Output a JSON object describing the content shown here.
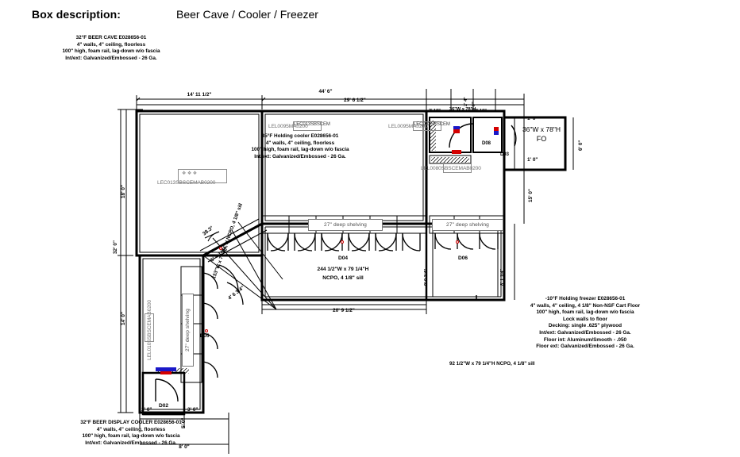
{
  "header": {
    "label": "Box description:",
    "value": "Beer Cave / Cooler / Freezer"
  },
  "spec_blocks": {
    "beer_cave": "32°F BEER CAVE E028656-01\n4\" walls, 4\" ceiling, floorless\n100\" high, foam rail, lag-down w/o fascia\nInt/ext: Galvanized/Embossed - 26 Ga.",
    "holding_cooler": "35°F Holding cooler E028656-01\n4\" walls, 4\" ceiling, floorless\n100\" high, foam rail, lag-down w/o fascia\nInt/ext: Galvanized/Embossed - 26 Ga.",
    "holding_freezer": "-10°F Holding freezer E028656-01\n4\" walls, 4\" ceiling, 4 1/8\" Non-NSF Cart Floor\n100\" high, foam rail, lag-down w/o fascia\nLock walls to floor\nDecking: single .625\" plywood\nInt/ext: Galvanized/Embossed - 26 Ga.\nFloor int: Aluminum/Smooth - .050\nFloor ext: Galvanized/Embossed - 26 Ga.",
    "beer_display_cooler": "32°F BEER DISPLAY COOLER E028656-01\n4\" walls, 4\" ceiling, floorless\n100\" high, foam rail, lag-down w/o fascia\nInt/ext: Galvanized/Embossed - 26 Ga."
  },
  "dimensions": {
    "top_left": "14' 11 1/2\"",
    "top_overall": "44' 6\"",
    "top_second": "29' 6 1/2\"",
    "bottom_mid": "20' 9 1/2\"",
    "left_upper": "18' 0\"",
    "left_overall": "32' 0\"",
    "left_lower": "14' 0\"",
    "bottom_left_a": "2' 0\"",
    "bottom_left_b": "3' 0\"",
    "bottom_left_c": "8' 0\"",
    "bottom_left_small": "5' 0\"",
    "right_top_a": "1' 0\"",
    "right_top_b": "1' 0\"",
    "right_side": "6' 0\"",
    "right_mid": "15' 0\"",
    "right_short_a": "2' 10\"",
    "right_short_b": "2' 10\"",
    "right_vert_a": "2' 4\"",
    "right_vert_b": "8' 0\"",
    "angle": "38.3°",
    "diag_a": "4' 6 3/4\"",
    "diag_b": "6' 4 1/16\"",
    "freezer_left_v": "9' 0 1/4\"",
    "freezer_right_v": "8' 1 1/4\""
  },
  "doors": [
    {
      "id": "D02",
      "spec": ""
    },
    {
      "id": "D04",
      "spec": "244 1/2\"W x 79 1/4\"H\nNCPO, 4 1/8\" sill"
    },
    {
      "id": "D05",
      "spec": "153\"W x 79 1/4\"H NCPO, 4 1/8\" sill"
    },
    {
      "id": "D06",
      "spec": "92 1/2\"W x 79 1/4\"H NCPO, 4 1/8\" sill"
    },
    {
      "id": "D08",
      "spec": "36\"W x 78\"H FO"
    },
    {
      "id": "D03",
      "spec": "36\"W x 78\"H"
    }
  ],
  "door_text": {
    "d02": "D02",
    "d04": "D04",
    "d04_spec_line1": "244 1/2\"W x 79 1/4\"H",
    "d04_spec_line2": "NCPO, 4 1/8\" sill",
    "d05": "D05",
    "d05_spec": "153\"W x 79 1/4\"H NCPO, 4 1/8\" sill",
    "d06": "D06",
    "d06_spec": "92 1/2\"W x 79 1/4\"H NCPO, 4 1/8\" sill",
    "d08": "D08",
    "d03": "D03",
    "fo_size": "36\"W x 78\"H",
    "fo_label": "FO",
    "fo_vert": "36\"W x 78\"H"
  },
  "shelving": {
    "cooler_left": "27\" deep shelving",
    "cooler_right": "27\" deep shelving",
    "display_vertical": "27\" deep shelving"
  },
  "tags": {
    "cooler_left": "LEL0095MA0200",
    "cooler_left_over": "LEC013SBSCEM",
    "cooler_right": "LEL0095MA0200",
    "cooler_right_over": "LEC013SBSCEM",
    "vestibule": "LEL0080SBSCEMAB0200",
    "beercave": "LEC013SBSCEMAB0200",
    "display": "LEL0105SBSCEMAB0200"
  },
  "colors": {
    "line": "#000000",
    "shelf_text": "#4d4d4d",
    "tag_text": "#6f6f6f",
    "marker_red": "#d40000",
    "marker_blue": "#1a18c8"
  }
}
